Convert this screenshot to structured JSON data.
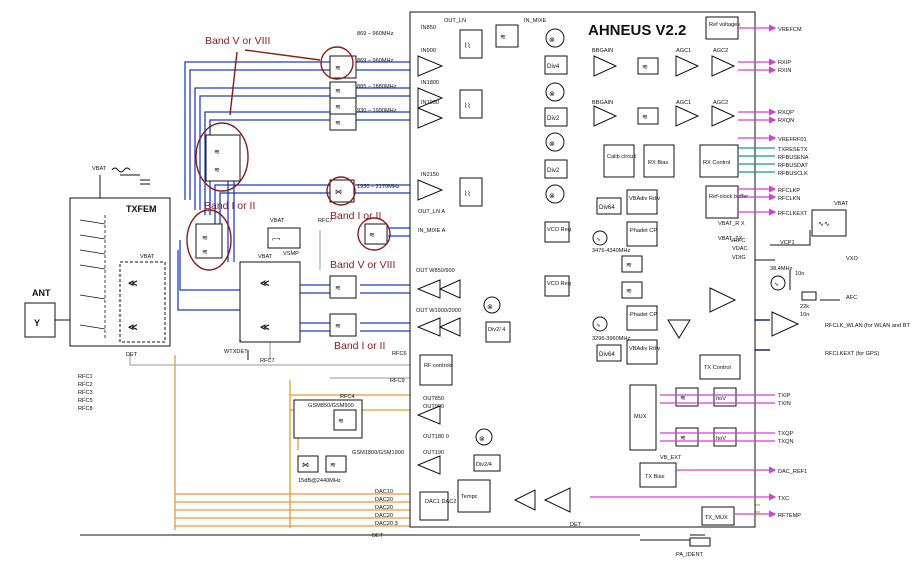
{
  "chip": {
    "title": "AHNEUS V2.2",
    "blocks": {
      "ref_voltages": "Ref voltages",
      "calib": "Calib circuit",
      "rx_bias": "RX Bias",
      "rx_control": "RX Control",
      "ref_clock_buffer": "Ref-clock buffer",
      "div64_a": "Div64",
      "div64_b": "Div64",
      "vco_reg_a": "VCO Reg",
      "vco_reg_b": "VCO Reg",
      "vco_freq_a": "3476-4340MHz",
      "vco_freq_b": "3296-3960MHz",
      "phadet_a": "Phadet CP",
      "phadet_b": "Phadet CP",
      "vbadiv_a": "VBAdiv Rdiv",
      "vbadiv_b": "VBAdiv Rdiv",
      "div4": "Div4",
      "div2_a": "Div2",
      "div2_b": "Div2",
      "div2_4_tx": "Div2/ 4",
      "div2_4_tx2": "Div2/4",
      "rf_controls": "RF controls",
      "tx_control": "TX Control",
      "tx_bias": "TX Bias",
      "tempc": "Tempc",
      "dac12": "DAC1 DAC2",
      "tx_mux": "TX_MUX",
      "mux": "MUX",
      "itov_a": "ItoV",
      "itov_b": "ItoV",
      "vb_ext": "VB_EXT",
      "det": "DET"
    },
    "internal_labels": {
      "in850": "IN850",
      "in900": "IN900",
      "in1800": "IN1800",
      "in1900": "IN1900",
      "in2150": "IN2150",
      "out_ln": "OUT_LN",
      "in_mixe": "IN_MIXE",
      "out_ln_a": "OUT_LN A",
      "in_mixe_a": "IN_MIXE A",
      "bbgain_a": "BBGAIN",
      "bbgain_b": "BBGAIN",
      "agc1_a": "AGC1",
      "agc2_a": "AGC2",
      "agc1_b": "AGC1",
      "agc2_b": "AGC2",
      "out_w850": "OUT W850/900",
      "out_w1900": "OUT W1900/2000",
      "out850": "OUT850",
      "out900": "OUT900",
      "out1800": "OUT180 0",
      "out1900": "OUT190",
      "vdac": "VDAC",
      "vdig": "VDIG",
      "vrfc": "VRFC"
    }
  },
  "rx_filters": [
    "869 – 960MHz",
    "869 – 960MHz",
    "805 – 1880MHz",
    "930 – 1990MHz",
    "1930 – 2170MHz"
  ],
  "tx_filters": [
    "GSM850/GSM900",
    "GSM1800/GSM1900",
    "15dB@2440MHz"
  ],
  "front_end": {
    "txfem": "TXFEM",
    "ant": "ANT",
    "vbat_top": "VBAT",
    "vbat_fem": "VBAT",
    "det": "DET",
    "wtxdet": "WTXDET",
    "vsmp": "VSMP",
    "rfc6": "RFC6",
    "rfc7": "RFC7",
    "rfc7b": "RFC7",
    "rfc9": "RFC9",
    "rfc4": "RFC4",
    "rfc_list": [
      "RFC1",
      "RFC2",
      "RFC3",
      "RFC5",
      "RFC8"
    ],
    "dac_lines": [
      "DAC10",
      "DAC20",
      "DAC20",
      "DAC20",
      "DAC20 3"
    ],
    "det_bottom": "DET"
  },
  "pins_right": {
    "vrefcm": "VREFCM",
    "rxip": "RXIP",
    "rxin": "RXIN",
    "rxqp": "RXQP",
    "rxqn": "RXQN",
    "vrefrf01": "VREFRF01",
    "txrfsetx": "TXRESETX",
    "rfbusena": "RFBUSENA",
    "rfbusdat": "RFBUSDAT",
    "rfbusclk": "RFBUSCLK",
    "rfclkp": "RFCLKP",
    "rfclkn": "RFCLKN",
    "rfclkext": "RFCLKEXT",
    "vbat_r": "VBAT_R X",
    "vbat_tx": "VBAT_TX",
    "vcp1": "VCP1",
    "vxo": "VXO",
    "vbat_xo": "VBAT",
    "xtal": "38.4MHz",
    "afc": "AFC",
    "r22k": "22k",
    "c10n_a": "10n",
    "c10n_b": "10n",
    "rfclk_wlan": "RFCLK_WLAN (for WLAN and BT",
    "rfclkext2": "RFCLKEXT (for GPS)",
    "txip": "TXIP",
    "txin": "TXIN",
    "txqp": "TXQP",
    "txqn": "TXQN",
    "dac_ref1": "DAC_REF1",
    "txc": "TXC",
    "rftemp": "RFTEMP",
    "pa_ident": "PA_IDENT"
  },
  "annotations": [
    "Band V or VIII",
    "Band I or II",
    "Band I or II",
    "Band V or VIII",
    "Band I or II"
  ],
  "colors": {
    "rx_blue": "#1f3fbf",
    "lo_cyan": "#7fc9d6",
    "lo_pink": "#ef8fbf",
    "ctrl_orange": "#e99a2c",
    "pin_magenta": "#d43fd4",
    "bus_green": "#1a9a7a",
    "dark_navy": "#1b2a6b",
    "annot_red": "#8b1a1a",
    "gray_line": "#9a9a9a"
  }
}
